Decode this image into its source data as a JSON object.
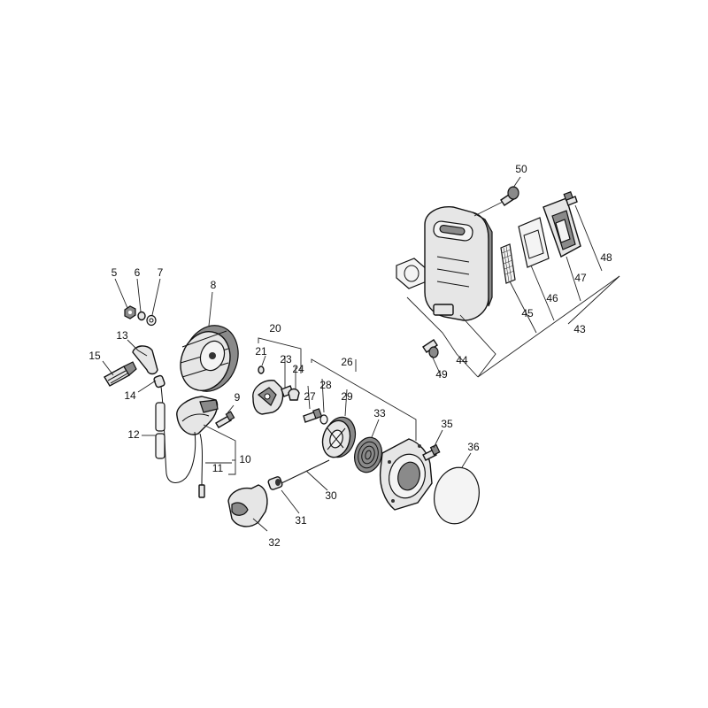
{
  "callouts": {
    "c5": "5",
    "c6": "6",
    "c7": "7",
    "c8": "8",
    "c9": "9",
    "c10": "10",
    "c11": "11",
    "c12": "12",
    "c13": "13",
    "c14": "14",
    "c15": "15",
    "c20": "20",
    "c21": "21",
    "c23": "23",
    "c24": "24",
    "c26": "26",
    "c27": "27",
    "c28": "28",
    "c29": "29",
    "c30": "30",
    "c31": "31",
    "c32": "32",
    "c33": "33",
    "c35": "35",
    "c36": "36",
    "c43": "43",
    "c44": "44",
    "c45": "45",
    "c46": "46",
    "c47": "47",
    "c48": "48",
    "c49": "49",
    "c50": "50"
  }
}
